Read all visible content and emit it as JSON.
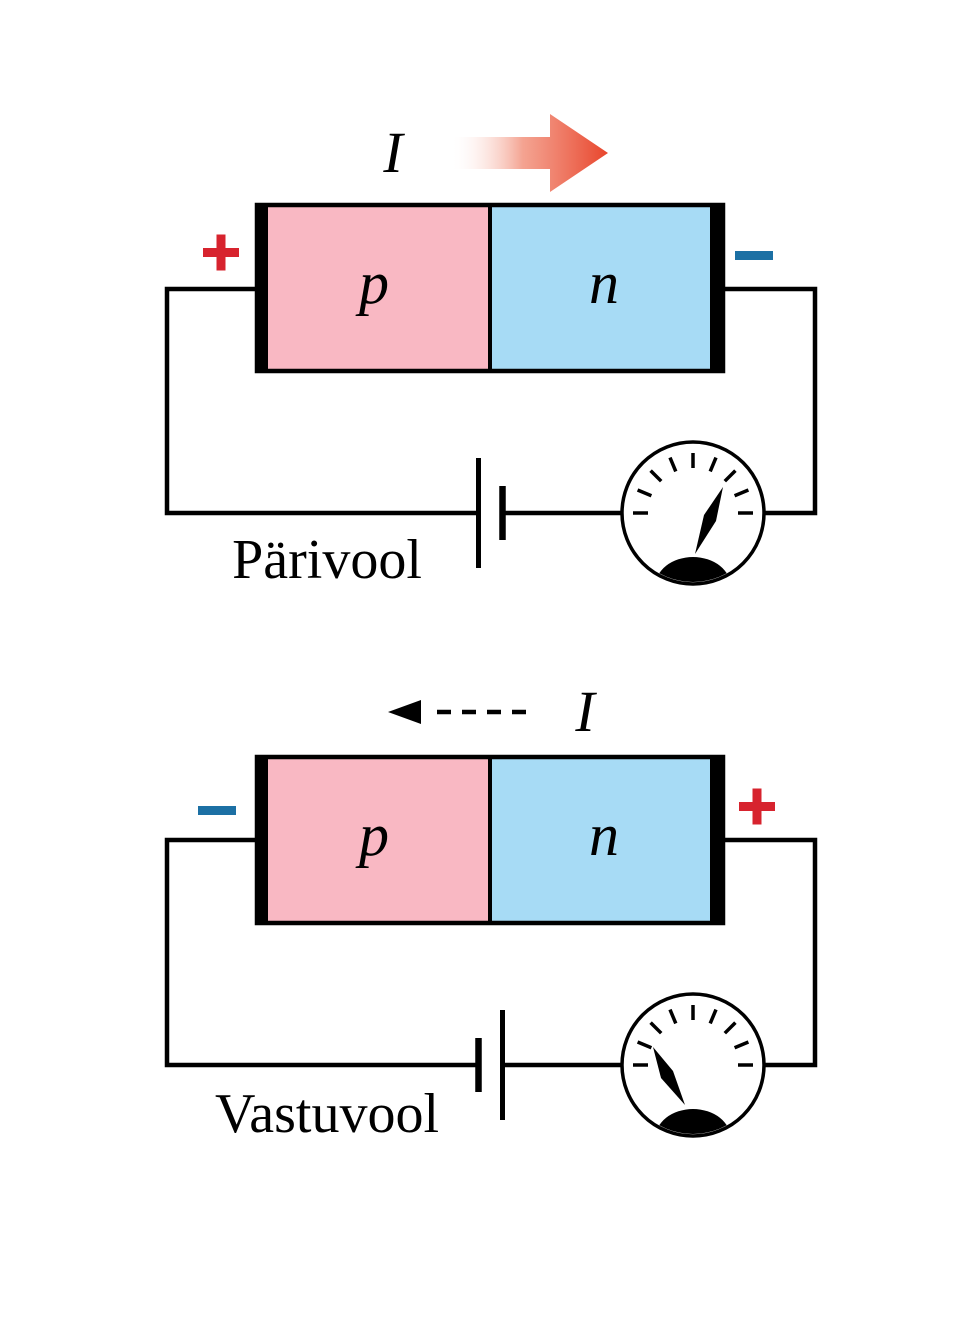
{
  "figure": {
    "top_circuit": {
      "label": "Pärivool",
      "current_symbol": "I",
      "current_arrow_direction": "right",
      "p_region_label": "p",
      "n_region_label": "n",
      "left_terminal": "+",
      "right_terminal": "−",
      "meter_needle_direction": "deflected right"
    },
    "bottom_circuit": {
      "label": "Vastuvool",
      "current_symbol": "I",
      "current_arrow_direction": "left",
      "p_region_label": "p",
      "n_region_label": "n",
      "left_terminal": "−",
      "right_terminal": "+",
      "meter_needle_direction": "deflected left"
    }
  },
  "colors": {
    "p_region": "#f9b8c3",
    "n_region": "#a7dbf5",
    "plus_sign": "#d7232e",
    "minus_sign": "#1c70a4",
    "arrow_gradient_end": "#e8452c",
    "ink": "#000000"
  }
}
